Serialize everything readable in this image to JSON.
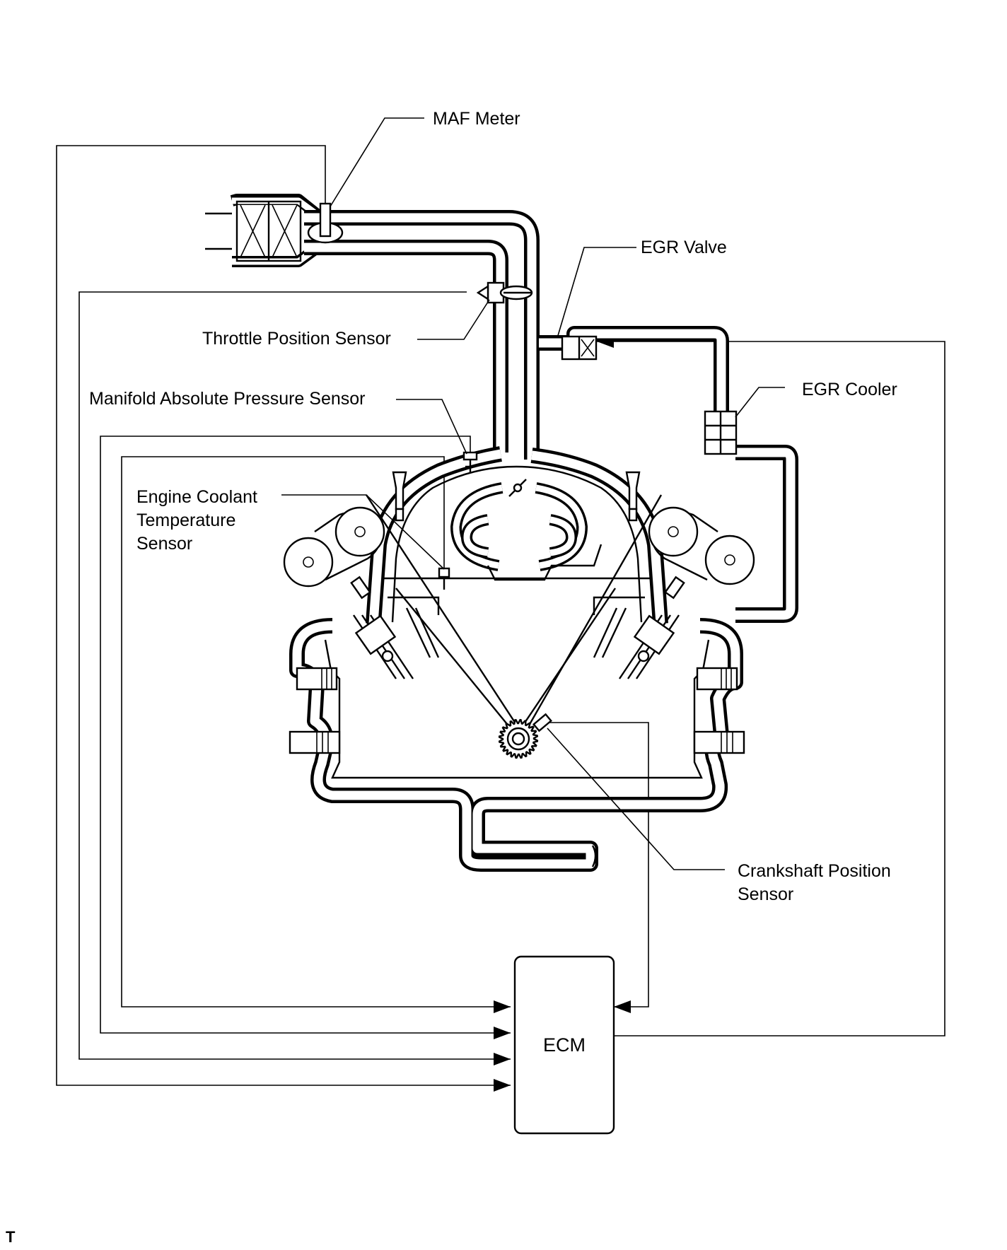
{
  "labels": {
    "maf_meter": "MAF Meter",
    "egr_valve": "EGR Valve",
    "throttle_position_sensor": "Throttle Position Sensor",
    "egr_cooler": "EGR Cooler",
    "manifold_absolute_pressure_sensor": "Manifold Absolute Pressure Sensor",
    "engine_coolant_temperature_sensor": [
      "Engine Coolant",
      "Temperature",
      "Sensor"
    ],
    "crankshaft_position_sensor": [
      "Crankshaft Position",
      "Sensor"
    ],
    "ecm": "ECM"
  },
  "corner_mark": "T"
}
